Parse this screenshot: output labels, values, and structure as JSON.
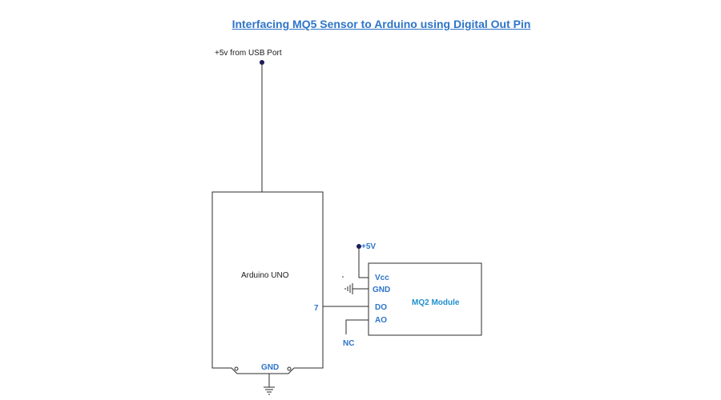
{
  "title": "Interfacing MQ5 Sensor to Arduino using Digital Out Pin",
  "usb_label": "+5v from USB Port",
  "arduino": {
    "label": "Arduino UNO",
    "gnd_label": "GND",
    "pin_label": "7"
  },
  "module": {
    "label": "MQ2 Module",
    "pins": {
      "vcc": "Vcc",
      "gnd": "GND",
      "do": "DO",
      "ao": "AO"
    }
  },
  "supply_label": "+5V",
  "nc_label": "NC",
  "colors": {
    "title": "#2E74C8",
    "label_blue": "#2E74C8",
    "module_label": "#1F8FD0",
    "wire": "#2b2b2b",
    "node": "#1a1a5e"
  }
}
